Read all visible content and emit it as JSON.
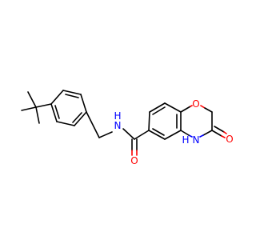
{
  "molecule": {
    "atoms": {
      "amide_n": {
        "text": "N"
      },
      "amide_h": {
        "text": "H"
      },
      "amide_o": {
        "text": "O"
      },
      "ring_o": {
        "text": "O"
      },
      "lactam_n": {
        "text": "N"
      },
      "lactam_h": {
        "text": "H"
      },
      "lactam_o": {
        "text": "O"
      }
    }
  },
  "colors": {
    "carbon_bond": "#000000",
    "oxygen": "#ff0000",
    "nitrogen": "#0000ff",
    "background": "#ffffff"
  }
}
